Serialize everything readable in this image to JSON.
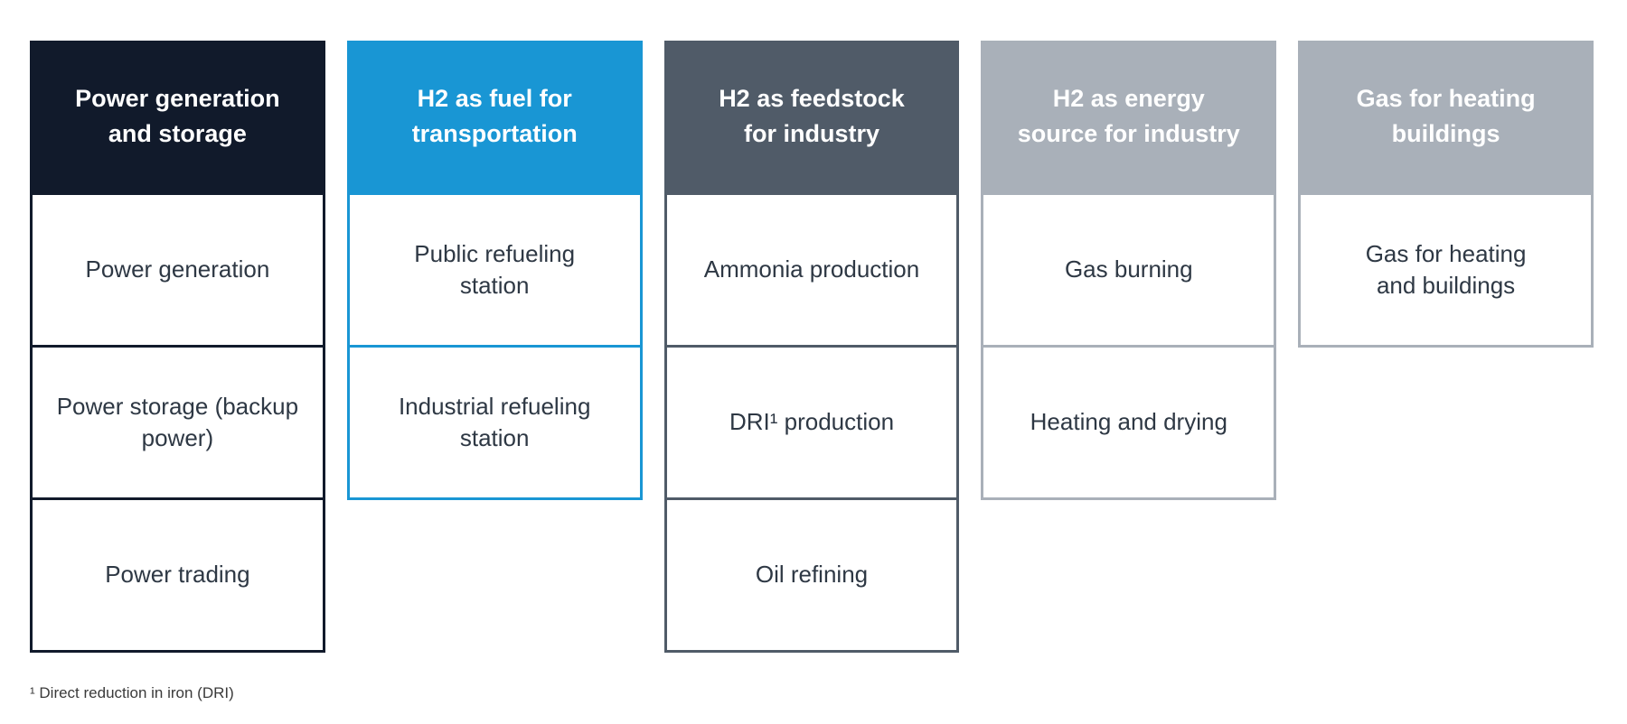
{
  "diagram": {
    "type": "category-columns",
    "colors": {
      "background": "#FFFFFF",
      "header_text": "#FFFFFF",
      "cell_text": "#2E3844",
      "footnote_text": "#3A3A3A",
      "dark_navy": "#111A2B",
      "blue": "#1996D4",
      "slate_gray": "#505B68",
      "light_gray": "#A9B0B9"
    },
    "columns": [
      {
        "id": "power-generation-and-storage",
        "header": "Power generation\nand storage",
        "color": "#111A2B",
        "cells": [
          "Power generation",
          "Power storage (backup\npower)",
          "Power trading"
        ]
      },
      {
        "id": "h2-as-fuel-for-transportation",
        "header": "H2 as fuel for\ntransportation",
        "color": "#1996D4",
        "cells": [
          "Public refueling\nstation",
          "Industrial refueling\nstation"
        ]
      },
      {
        "id": "h2-as-feedstock-for-industry",
        "header": "H2 as feedstock\nfor industry",
        "color": "#505B68",
        "cells": [
          "Ammonia production",
          "DRI¹ production",
          "Oil refining"
        ]
      },
      {
        "id": "h2-as-energy-source-for-industry",
        "header": "H2 as energy\nsource for industry",
        "color": "#A9B0B9",
        "cells": [
          "Gas burning",
          "Heating and drying"
        ]
      },
      {
        "id": "gas-for-heating-buildings",
        "header": "Gas for heating\nbuildings",
        "color": "#A9B0B9",
        "cells": [
          "Gas for heating\nand buildings"
        ]
      }
    ],
    "footnote": "¹ Direct reduction in iron (DRI)"
  }
}
